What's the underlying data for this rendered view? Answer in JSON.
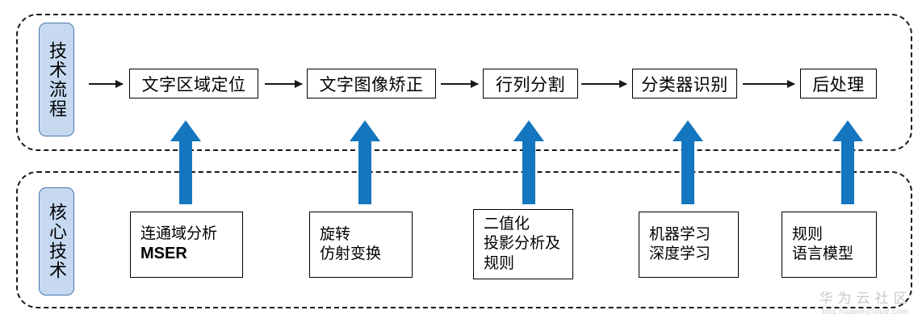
{
  "diagram": {
    "title": "OCR technical flow and core technologies",
    "accent_blue": "#1476be",
    "pill_fill": "#c6d9f1",
    "pill_border": "#4a76ad",
    "box_border": "#000000",
    "lanes": [
      {
        "id": "flow",
        "label": "技术流程"
      },
      {
        "id": "core",
        "label": "核心技术"
      }
    ],
    "flow_steps": [
      {
        "label": "文字区域定位"
      },
      {
        "label": "文字图像矫正"
      },
      {
        "label": "行列分割"
      },
      {
        "label": "分类器识别"
      },
      {
        "label": "后处理"
      }
    ],
    "core_techs": [
      {
        "lines": [
          "连通域分析",
          "MSER"
        ],
        "bold_line_index": 1
      },
      {
        "lines": [
          "旋转",
          "仿射变换"
        ],
        "bold_line_index": -1
      },
      {
        "lines": [
          "二值化",
          "投影分析及",
          "规则"
        ],
        "bold_line_index": -1
      },
      {
        "lines": [
          "机器学习",
          "深度学习"
        ],
        "bold_line_index": -1
      },
      {
        "lines": [
          "规则",
          "语言模型"
        ],
        "bold_line_index": -1
      }
    ],
    "watermark": {
      "brand": "华为云社区",
      "url": "bbs.huaweicloud.com"
    }
  }
}
